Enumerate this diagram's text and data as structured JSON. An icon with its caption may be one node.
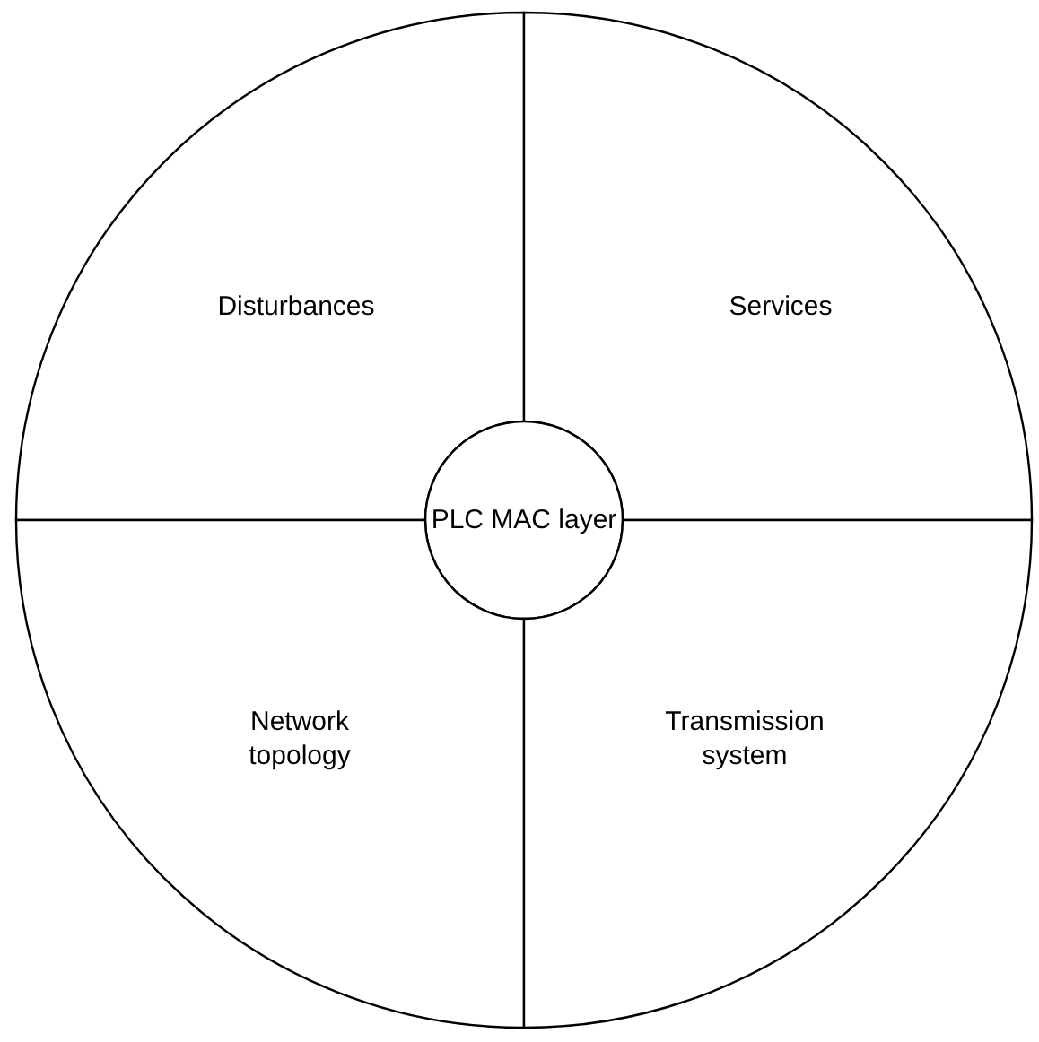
{
  "diagram": {
    "nodes": [
      {
        "text": [
          "Disturbances"
        ]
      },
      {
        "text": [
          "Services"
        ]
      },
      {
        "text": [
          "PLC MAC layer"
        ]
      },
      {
        "text": [
          "Network topology"
        ]
      },
      {
        "text": [
          "Transmission system"
        ]
      }
    ]
  }
}
